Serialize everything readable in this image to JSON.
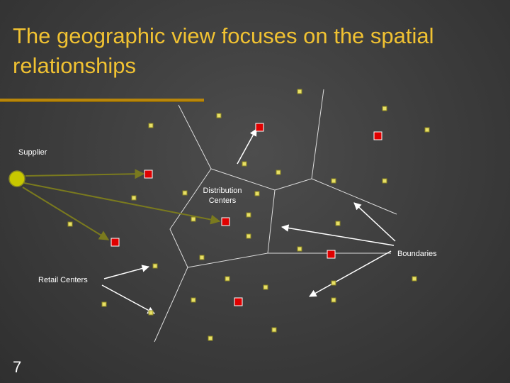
{
  "slide": {
    "title": "The geographic view focuses on the spatial relationships",
    "number": "7"
  },
  "labels": {
    "supplier": "Supplier",
    "distribution_centers": "Distribution Centers",
    "boundaries": "Boundaries",
    "retail_centers": "Retail Centers"
  },
  "colors": {
    "title": "#f1c232",
    "retail_center": "#e8e066",
    "distribution_center": "#e00000",
    "supplier": "#c8c800",
    "flow_arrow": "#7a7a1e",
    "callout_arrow": "#ffffff",
    "boundary": "#dddddd"
  }
}
